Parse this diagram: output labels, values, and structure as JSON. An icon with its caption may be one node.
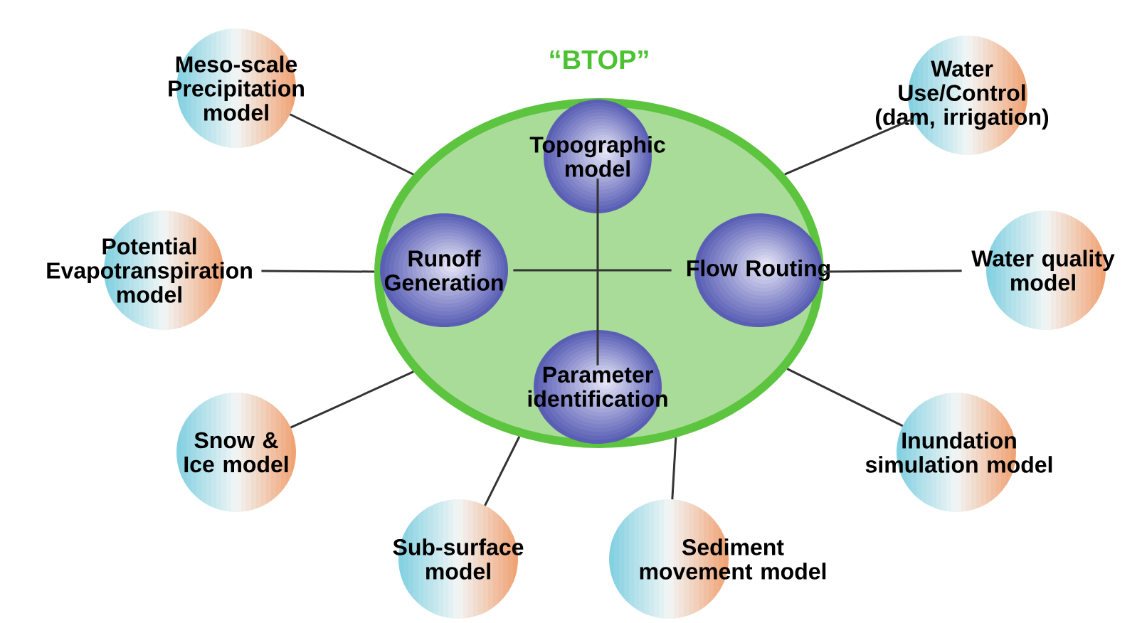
{
  "diagram": {
    "nodes": [
      {
        "text": [
          "“BTOP”"
        ]
      },
      {
        "text": [
          "Topographic model"
        ],
        "in": 0
      },
      {
        "text": [
          "Runoff Generation"
        ],
        "in": 0
      },
      {
        "text": [
          "Flow Routing"
        ],
        "in": 0
      },
      {
        "text": [
          "Parameter identification"
        ],
        "in": 0
      },
      {
        "text": [
          "Meso-scale Precipitation model"
        ]
      },
      {
        "text": [
          "Water Use/Control (dam, irrigation)"
        ]
      },
      {
        "text": [
          "Potential Evapotranspiration model"
        ]
      },
      {
        "text": [
          "Water quality model"
        ]
      },
      {
        "text": [
          "Snow & Ice model"
        ]
      },
      {
        "text": [
          "Inundation simulation model"
        ]
      },
      {
        "text": [
          "Sub-surface model"
        ]
      },
      {
        "text": [
          "Sediment movement model"
        ]
      }
    ],
    "edges": [
      {
        "from": 1,
        "to": 4,
        "arrow": "none"
      },
      {
        "from": 2,
        "to": 3,
        "arrow": "none"
      },
      {
        "from": 5,
        "to": 0,
        "arrow": "none"
      },
      {
        "from": 6,
        "to": 0,
        "arrow": "none"
      },
      {
        "from": 7,
        "to": 0,
        "arrow": "none"
      },
      {
        "from": 8,
        "to": 0,
        "arrow": "none"
      },
      {
        "from": 9,
        "to": 0,
        "arrow": "none"
      },
      {
        "from": 10,
        "to": 0,
        "arrow": "none"
      },
      {
        "from": 11,
        "to": 0,
        "arrow": "none"
      },
      {
        "from": 12,
        "to": 0,
        "arrow": "none"
      }
    ]
  }
}
